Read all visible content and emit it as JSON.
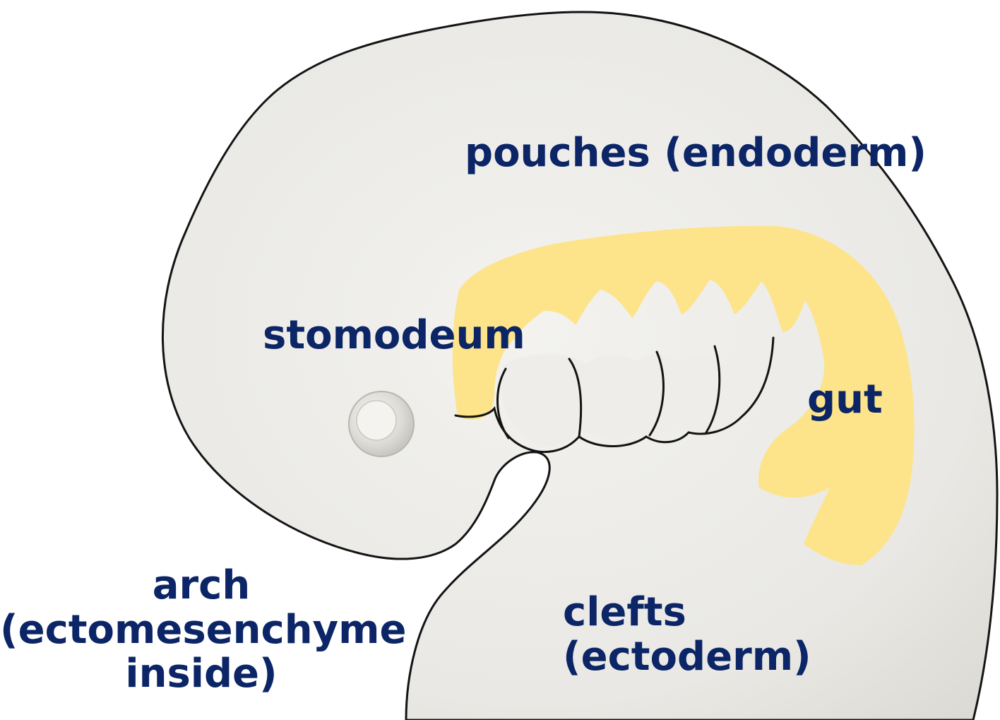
{
  "colors": {
    "body_fill": "#e9e8e4",
    "outline": "#141414",
    "gut_yellow": "#fde48a",
    "label_text": "#0b2566"
  },
  "labels": {
    "pouches": "pouches (endoderm)",
    "stomodeum": "stomodeum",
    "gut": "gut",
    "arch_line1": "arch",
    "arch_line2": "(ectomesenchyme",
    "arch_line3": "inside)",
    "clefts_line1": "clefts",
    "clefts_line2": "(ectoderm)"
  }
}
